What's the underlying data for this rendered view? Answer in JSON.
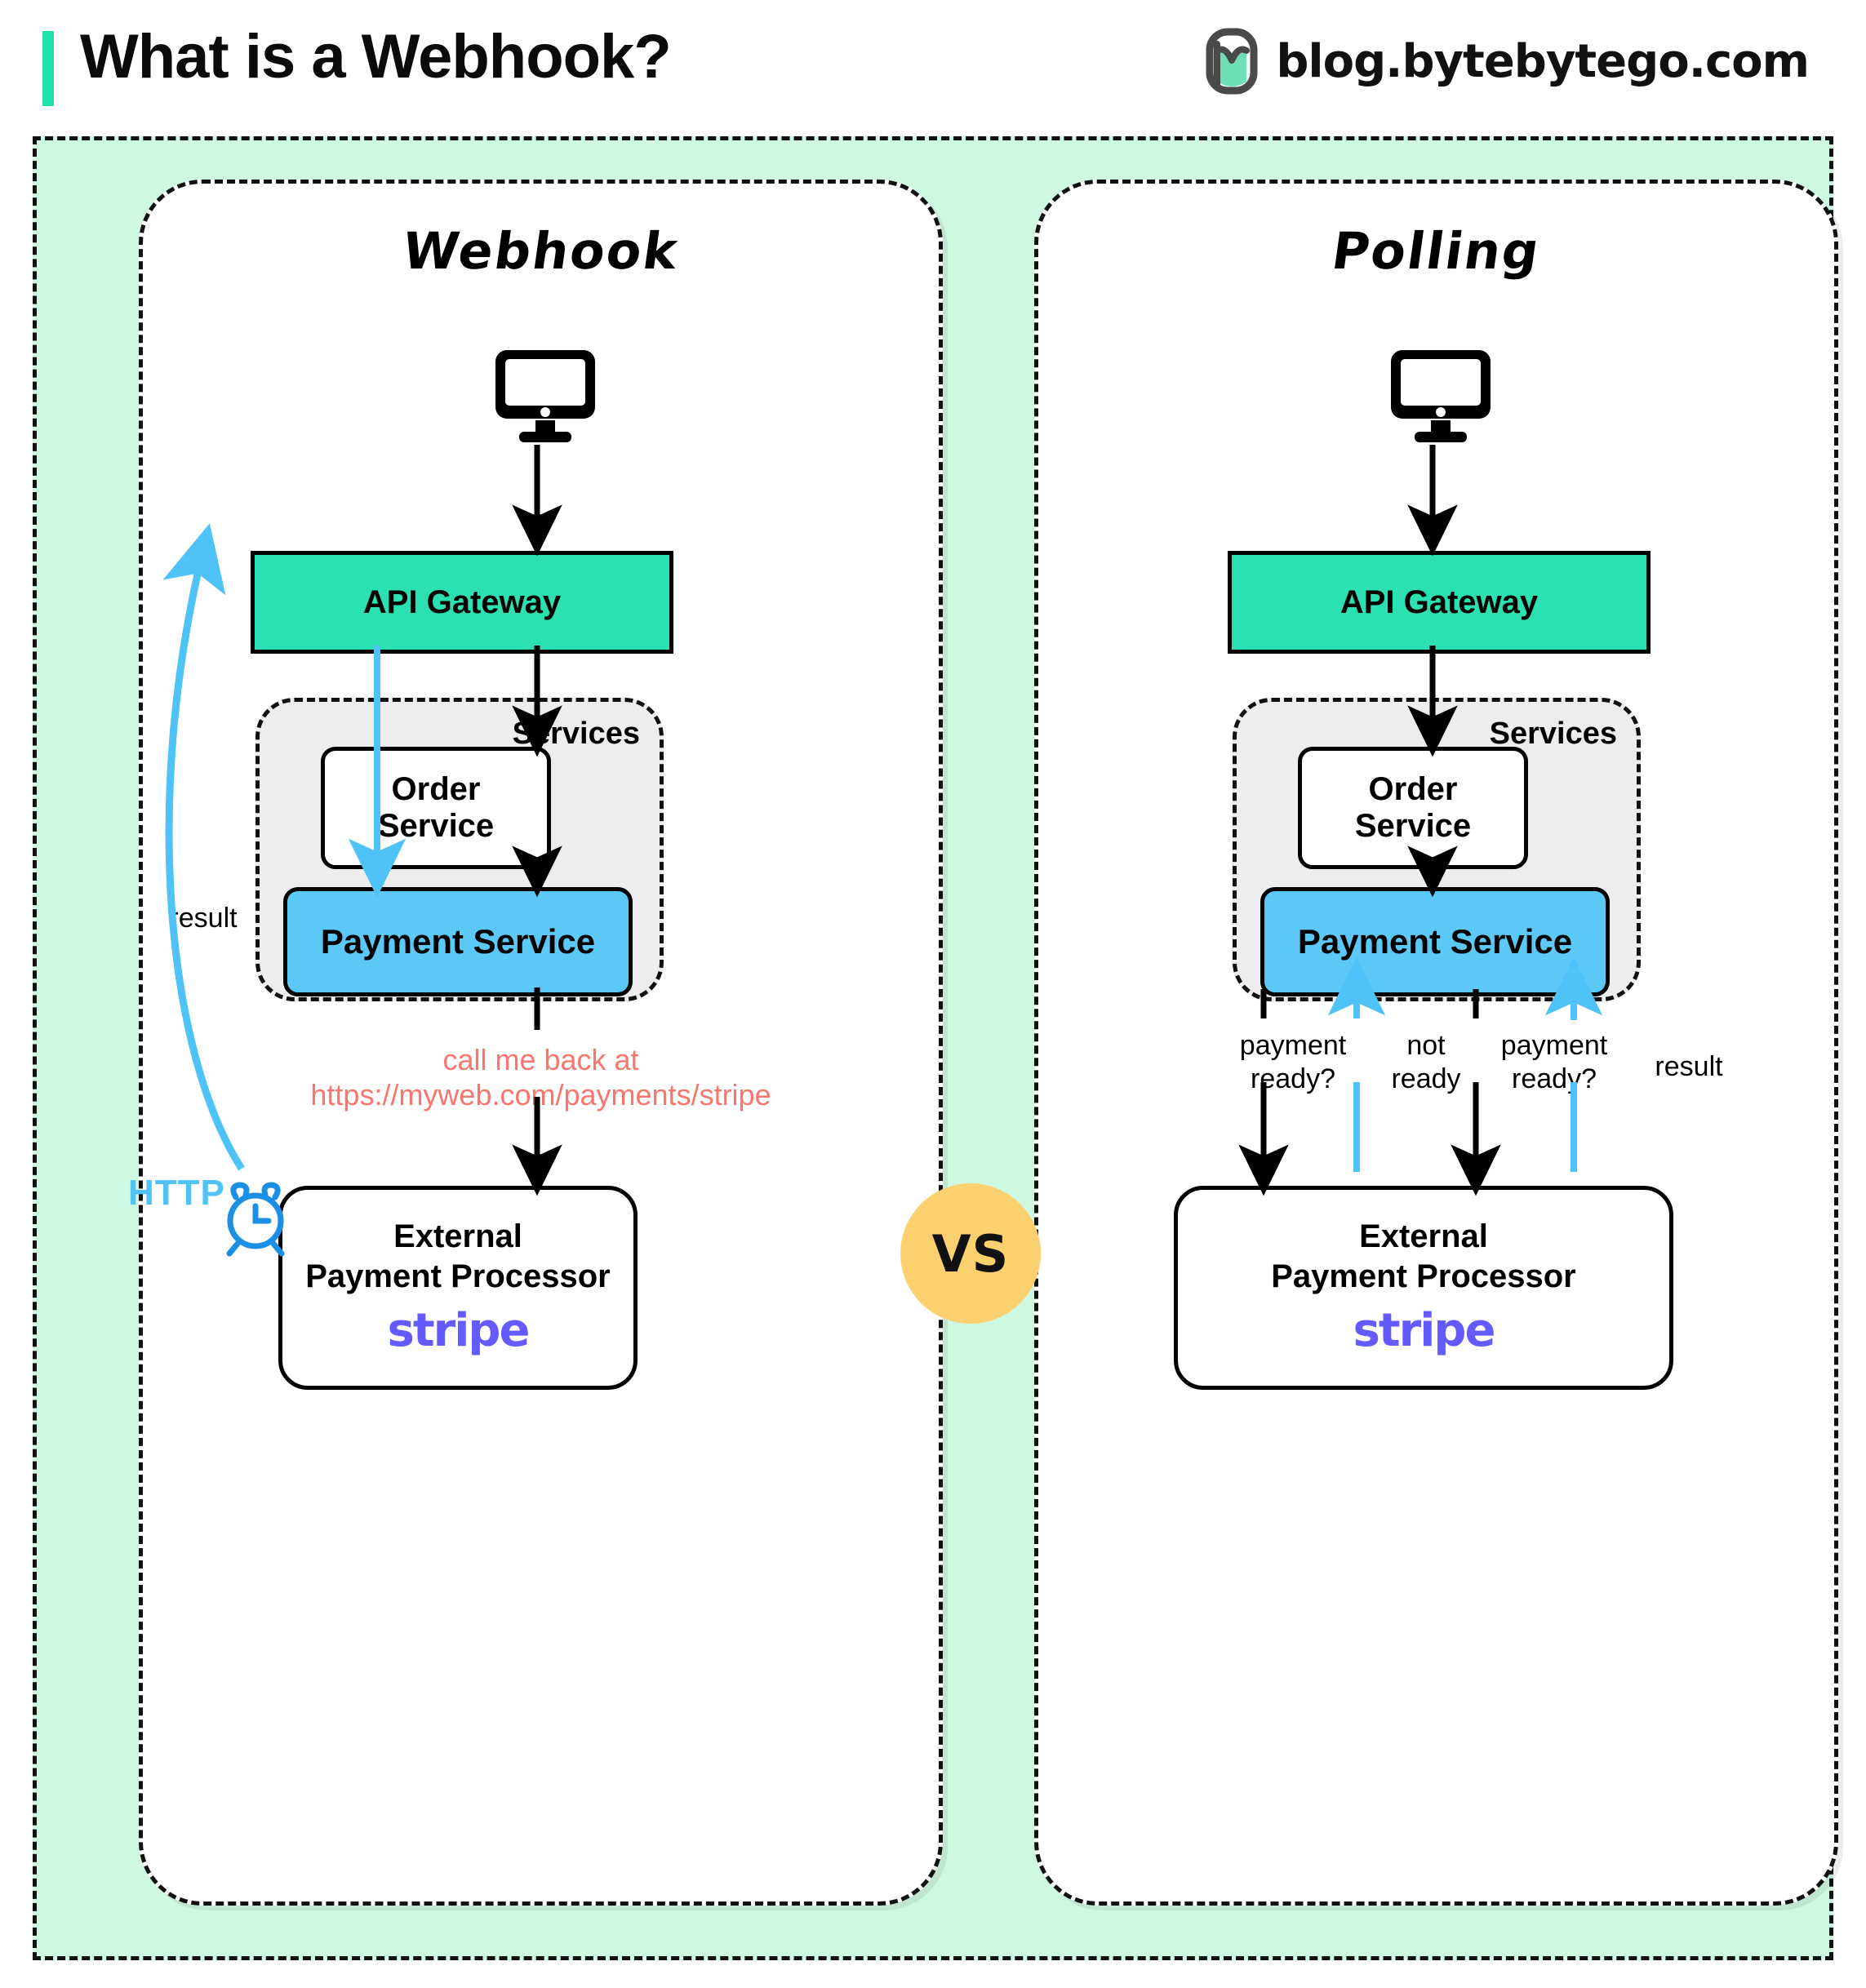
{
  "header": {
    "title": "What is a Webhook?",
    "brand": "blog.bytebytego.com",
    "accent_color": "#21E0A8"
  },
  "colors": {
    "frame_bg": "#CFF8E2",
    "api_gateway": "#2BE0B2",
    "payment_service": "#5BC8F5",
    "services_bg": "#EDEDED",
    "vs_badge": "#FBD06F",
    "stripe": "#635BFF",
    "callback_text": "#F9766E",
    "http_blue": "#4FC3F7",
    "clock_blue": "#1A8FE3",
    "arrow_black": "#000000",
    "arrow_blue": "#4FC3F7"
  },
  "vs_badge": {
    "label": "VS"
  },
  "webhook": {
    "title": "Webhook",
    "monitor_icon": "monitor-icon",
    "api_gateway": "API Gateway",
    "services_label": "Services",
    "order_service": "Order\nService",
    "payment_service": "Payment Service",
    "callback_line1": "call me back at",
    "callback_line2": "https://myweb.com/payments/stripe",
    "external_line1": "External",
    "external_line2": "Payment Processor",
    "stripe": "stripe",
    "result_label": "result",
    "http_label": "HTTP",
    "clock_icon": "alarm-clock-icon"
  },
  "polling": {
    "title": "Polling",
    "monitor_icon": "monitor-icon",
    "api_gateway": "API Gateway",
    "services_label": "Services",
    "order_service": "Order\nService",
    "payment_service": "Payment Service",
    "external_line1": "External",
    "external_line2": "Payment Processor",
    "stripe": "stripe",
    "flow_labels": [
      "payment\nready?",
      "not\nready",
      "payment\nready?",
      "result"
    ]
  }
}
